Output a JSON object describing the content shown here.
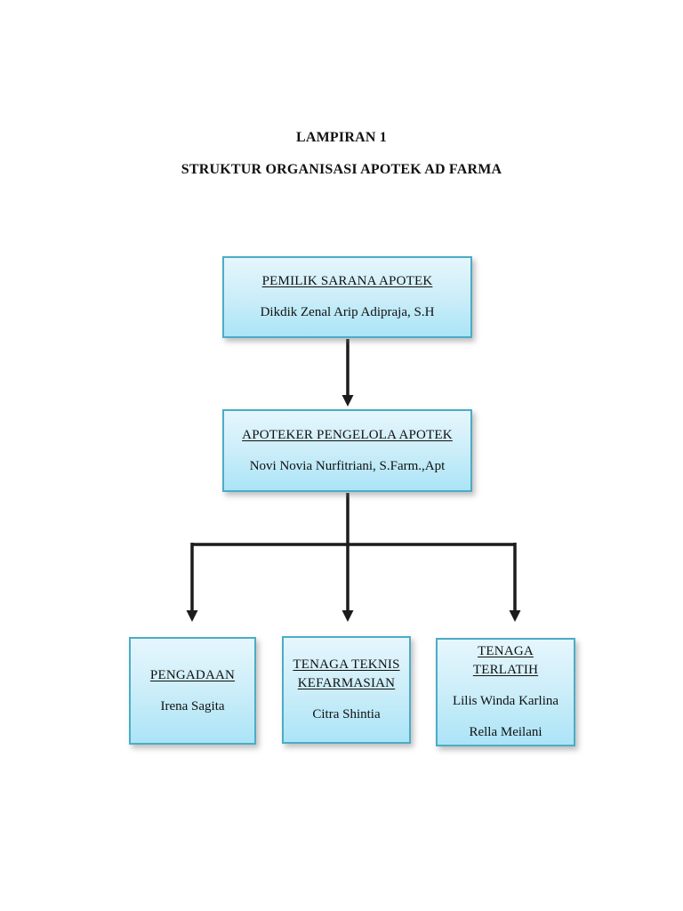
{
  "document": {
    "heading": "LAMPIRAN 1",
    "subheading": "STRUKTUR ORGANISASI APOTEK AD FARMA"
  },
  "org_chart": {
    "type": "organization-tree",
    "nodes": {
      "pemilik": {
        "title": "PEMILIK SARANA APOTEK",
        "name": "Dikdik Zenal Arip Adipraja, S.H"
      },
      "apoteker": {
        "title": "APOTEKER PENGELOLA APOTEK",
        "name": "Novi Novia Nurfitriani, S.Farm.,Apt"
      },
      "pengadaan": {
        "title": "PENGADAAN",
        "name": "Irena Sagita"
      },
      "teknis": {
        "title_line1": "TENAGA TEKNIS",
        "title_line2": "KEFARMASIAN",
        "name": "Citra Shintia"
      },
      "terlatih": {
        "title_line1": "TENAGA",
        "title_line2": "TERLATIH",
        "name1": "Lilis Winda Karlina",
        "name2": "Rella Meilani"
      }
    },
    "edges": [
      {
        "from": "PEMILIK SARANA APOTEK",
        "to": "APOTEKER PENGELOLA APOTEK"
      },
      {
        "from": "APOTEKER PENGELOLA APOTEK",
        "to": "PENGADAAN"
      },
      {
        "from": "APOTEKER PENGELOLA APOTEK",
        "to": "TENAGA TEKNIS KEFARMASIAN"
      },
      {
        "from": "APOTEKER PENGELOLA APOTEK",
        "to": "TENAGA TERLATIH"
      }
    ]
  },
  "colors": {
    "box_border": "#4bacc6",
    "box_fill_top": "#e6f6fd",
    "box_fill_bottom": "#abe4f7",
    "connector": "#1c1c1c",
    "text": "#111111",
    "page_background": "#ffffff"
  }
}
